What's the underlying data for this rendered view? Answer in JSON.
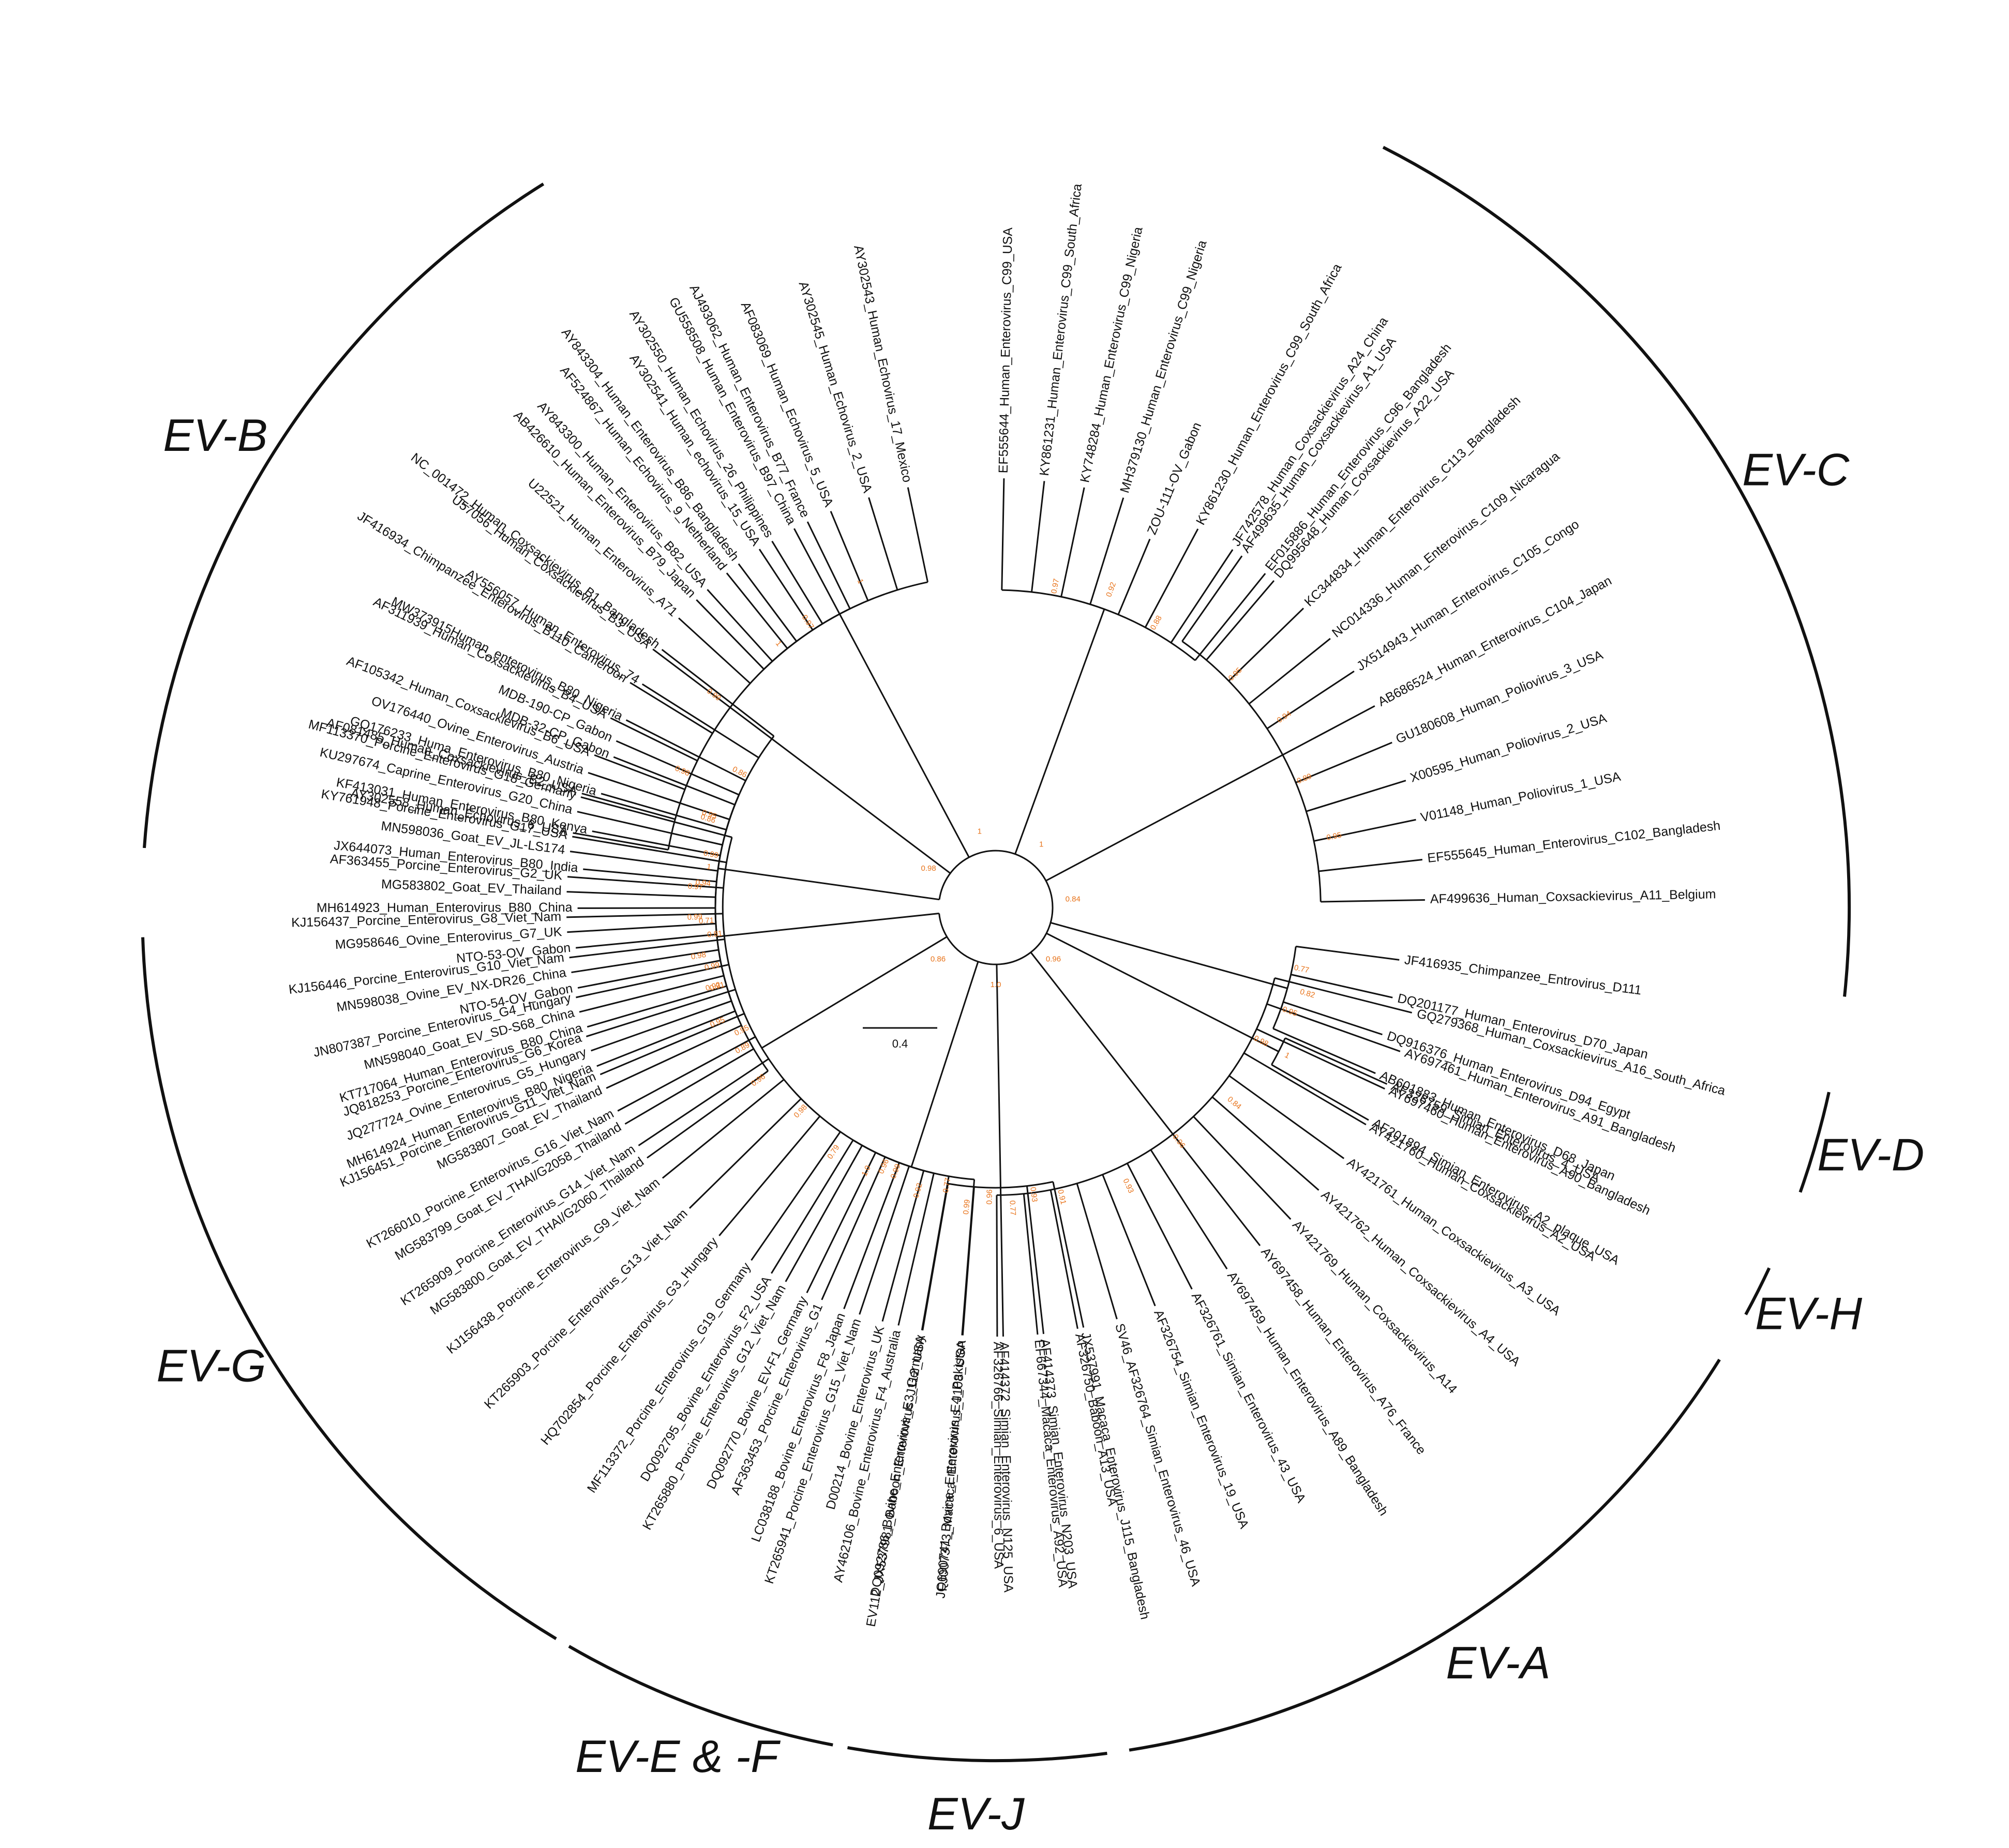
{
  "colors": {
    "default": "#111111",
    "gabon_red": "#e01b1b",
    "gabon_blue": "#4a78c8",
    "gabon_green": "#2a9a2a",
    "support": "#e8731a"
  },
  "clades": [
    {
      "id": "evb",
      "label": "EV-B",
      "a0": -176,
      "a1": -122
    },
    {
      "id": "evc",
      "label": "EV-C",
      "a0": -63,
      "a1": 6
    },
    {
      "id": "evd",
      "label": "EV-D",
      "a0": 12.5,
      "a1": 19.5
    },
    {
      "id": "evh",
      "label": "EV-H",
      "a0": 25,
      "a1": 28.5
    },
    {
      "id": "eva",
      "label": "EV-A",
      "a0": 32,
      "a1": 81
    },
    {
      "id": "evj",
      "label": "EV-J",
      "a0": 82.5,
      "a1": 100
    },
    {
      "id": "evef",
      "label": "EV-E & -F",
      "a0": 101,
      "a1": 120
    },
    {
      "id": "evg",
      "label": "EV-G",
      "a0": 121,
      "a1": 178
    }
  ],
  "groups": [
    {
      "a": -172,
      "parent": 0.54,
      "node": 0.6,
      "tips": [
        {
          "name": "MH614924_Human_Enterovirus_B80_Nigeria",
          "tip": 1.0,
          "color": "default"
        },
        {
          "name": "KT717064_Human_Enterovirus_B80_China",
          "tip": 0.99,
          "color": "default"
        },
        {
          "name": "NTO-54-OV_Gabon",
          "tip": 0.99,
          "color": "gabon_blue"
        },
        {
          "name": "NTO-53-OV_Gabon",
          "tip": 0.98,
          "color": "gabon_blue"
        },
        {
          "name": "MH614923_Human_Enterovirus_B80_China",
          "tip": 0.97,
          "color": "default"
        },
        {
          "name": "JX644073_Human_Enterovirus_B80_India",
          "tip": 0.96,
          "color": "default"
        },
        {
          "name": "KF413031_Human_Enterovirus_B80_Kenya",
          "tip": 0.95,
          "color": "default"
        },
        {
          "name": "GQ176233_Huma_Enterovirus_B80_Nigeria",
          "tip": 0.95,
          "color": "default"
        },
        {
          "name": "MDB-32-CP_Gabon",
          "tip": 0.95,
          "color": "gabon_red"
        },
        {
          "name": "MW373915Human_enterovirus_B80_Nigeria",
          "tip": 0.96,
          "color": "default"
        },
        {
          "name": "AY556057_Human_Enterovirus_74",
          "tip": 0.97,
          "color": "default"
        },
        {
          "name": "NC_001472_Human_Coxsackievirus_B1_Bangladesh",
          "tip": 0.98,
          "color": "default"
        }
      ],
      "supports": [
        "0.99",
        "0.99",
        "1",
        "0.95",
        "0.86"
      ]
    },
    {
      "a": -143,
      "parent": 0.54,
      "node": 0.74,
      "tips": [
        {
          "name": "AY302558_Human_Echovirus_6_USA",
          "tip": 1.0,
          "color": "default"
        },
        {
          "name": "AF081485_Human_Coxsackievirus_B2_USA",
          "tip": 1.0,
          "color": "default"
        },
        {
          "name": "AF105342_Human_Coxsackievirus_B6_USA",
          "tip": 1.0,
          "color": "default"
        },
        {
          "name": "AF311939_Human_Coxsackievirus_B4_USA",
          "tip": 1.0,
          "color": "default"
        },
        {
          "name": "JF416934_Chimpanzee_Enterovirus_B110_Cameroon",
          "tip": 1.0,
          "color": "default"
        },
        {
          "name": "U57056_Human_Coxsackievirus_B3_USA",
          "tip": 1.0,
          "color": "default"
        },
        {
          "name": "U22521_Human_Enterovirus_A71",
          "tip": 1.0,
          "color": "default"
        },
        {
          "name": "AY843300_Human_Enterovirus_B82_USA",
          "tip": 1.0,
          "color": "default"
        },
        {
          "name": "AY843304_Human_Enterovirus_B86_Bangladesh",
          "tip": 1.0,
          "color": "default"
        },
        {
          "name": "AY302550_Human_Echovirus_26_Philippines",
          "tip": 1.0,
          "color": "default"
        },
        {
          "name": "AJ493062_Human_Enterovirus_B77_France",
          "tip": 1.0,
          "color": "default"
        }
      ],
      "supports": [
        "0.98",
        "0.99",
        "1"
      ]
    },
    {
      "a": -118,
      "parent": 0.54,
      "node": 0.74,
      "tips": [
        {
          "name": "AB426610_Human_Enterovirus_B79_Japan",
          "tip": 1.0,
          "color": "default"
        },
        {
          "name": "AF524867_Human_Echovirus_9_Netherland",
          "tip": 1.0,
          "color": "default"
        },
        {
          "name": "AY302541_Human_echovirus_15_USA",
          "tip": 1.0,
          "color": "default"
        },
        {
          "name": "GU558508_Human_Enterovirus_B97_China",
          "tip": 1.0,
          "color": "default"
        },
        {
          "name": "AF083069_Human_Echovirus_5_USA",
          "tip": 1.0,
          "color": "default"
        },
        {
          "name": "AY302545_Human_Echovirus_2_USA",
          "tip": 1.0,
          "color": "default"
        },
        {
          "name": "AY302543_Human_Echovirus_17_Mexico",
          "tip": 1.0,
          "color": "default"
        }
      ],
      "supports": [
        "0.97",
        "1"
      ]
    },
    {
      "a": -70,
      "parent": 0.5,
      "node": 0.7,
      "tips": [
        {
          "name": "EF555644_Human_Enterovirus_C99_USA",
          "tip": 1.0,
          "color": "default"
        },
        {
          "name": "KY861231_Human_Enterovirus_C99_South_Africa",
          "tip": 1.0,
          "color": "default"
        },
        {
          "name": "KY748284_Human_Enterovirus_C99_Nigeria",
          "tip": 1.0,
          "color": "default"
        },
        {
          "name": "MH379130_Human_Enterovirus_C99_Nigeria",
          "tip": 1.0,
          "color": "default"
        },
        {
          "name": "ZOU-111-OV_Gabon",
          "tip": 0.92,
          "color": "gabon_green"
        },
        {
          "name": "KY861230_Human_Enterovirus_C99_South_Africa",
          "tip": 1.0,
          "color": "default"
        },
        {
          "name": "JF742578_Human_Coxsackievirus_A24_China",
          "tip": 1.0,
          "color": "default"
        },
        {
          "name": "EF015886_Human_Enterovirus_C96_Bangladesh",
          "tip": 1.0,
          "color": "default"
        }
      ],
      "supports": [
        "0.97",
        "0.92",
        "0.88"
      ]
    },
    {
      "a": -28,
      "parent": 0.5,
      "node": 0.72,
      "tips": [
        {
          "name": "AF499635_Human_Coxsackievirus_A1_USA",
          "tip": 1.0,
          "color": "default"
        },
        {
          "name": "DQ995648_Human_Coxsackievirus_A22_USA",
          "tip": 1.0,
          "color": "default"
        },
        {
          "name": "KC344834_Human_Enterovirus_C113_Bangladesh",
          "tip": 1.0,
          "color": "default"
        },
        {
          "name": "NC014336_Human_Enterovirus_C109_Nicaragua",
          "tip": 1.0,
          "color": "default"
        },
        {
          "name": "JX514943_Human_Enterovirus_C105_Congo",
          "tip": 1.0,
          "color": "default"
        },
        {
          "name": "AB686524_Human_Enterovirus_C104_Japan",
          "tip": 1.0,
          "color": "default"
        },
        {
          "name": "GU180608_Human_Poliovirus_3_USA",
          "tip": 1.0,
          "color": "default"
        },
        {
          "name": "X00595_Human_Poliovirus_2_USA",
          "tip": 1.0,
          "color": "default"
        },
        {
          "name": "V01148_Human_Poliovirus_1_USA",
          "tip": 1.0,
          "color": "default"
        },
        {
          "name": "EF555645_Human_Enterovirus_C102_Bangladesh",
          "tip": 1.0,
          "color": "default"
        },
        {
          "name": "AF499636_Human_Coxsackievirus_A11_Belgium",
          "tip": 1.0,
          "color": "default"
        }
      ],
      "supports": [
        "0.95",
        "0.94",
        "0.89",
        "0.95"
      ]
    },
    {
      "a": 15.5,
      "parent": 0.26,
      "node": 0.66,
      "tips": [
        {
          "name": "JF416935_Chimpanzee_Entrovirus_D111",
          "tip": 0.94,
          "color": "default"
        },
        {
          "name": "DQ201177_Human_Enterovirus_D70_Japan",
          "tip": 0.94,
          "color": "default"
        },
        {
          "name": "DQ916376_Human_Enterovirus_D94_Egypt",
          "tip": 0.94,
          "color": "default"
        },
        {
          "name": "AB601883_Human_Enterovirus_D68_Japan",
          "tip": 0.96,
          "color": "default"
        }
      ],
      "supports": [
        "0.77",
        "0.82",
        "0.95"
      ]
    },
    {
      "a": 27,
      "parent": 0.44,
      "node": 0.7,
      "tips": [
        {
          "name": "AF326759_Simian_Enterovirus_4_USA",
          "tip": 1.0,
          "color": "default"
        },
        {
          "name": "AF201894_Simian_Enterovirus_A2_plaque_USA",
          "tip": 1.0,
          "color": "default"
        }
      ],
      "supports": [
        "1"
      ]
    },
    {
      "a": 52,
      "parent": 0.44,
      "node": 0.62,
      "tips": [
        {
          "name": "GQ279368_Human_Coxsackievirus_A16_South_Africa",
          "tip": 1.0,
          "color": "default"
        },
        {
          "name": "AY697461_Human_Enterovirus_A91_Bangladesh",
          "tip": 1.0,
          "color": "default"
        },
        {
          "name": "AY697460_Human_Enterovirus_A90_Bangladesh",
          "tip": 1.0,
          "color": "default"
        },
        {
          "name": "AY421760_Human_Coxsackievirus_A2_USA",
          "tip": 1.0,
          "color": "default"
        },
        {
          "name": "AY421761_Human_Coxsackievirus_A3_USA",
          "tip": 1.0,
          "color": "default"
        },
        {
          "name": "AY421762_Human_Coxsackievirus_A4_USA",
          "tip": 1.0,
          "color": "default"
        },
        {
          "name": "AY421769_Human_Coxsackievirus_A14",
          "tip": 1.0,
          "color": "default"
        },
        {
          "name": "AY697458_Human_Enterovirus_A76_France",
          "tip": 1.0,
          "color": "default"
        },
        {
          "name": "AY697459_Human_Enterovirus_A89_Bangladesh",
          "tip": 1.0,
          "color": "default"
        },
        {
          "name": "AF326761_Simian_Enterovirus_43_USA",
          "tip": 1.0,
          "color": "default"
        },
        {
          "name": "AF326754_Simian_Enterovirus_19_USA",
          "tip": 1.0,
          "color": "default"
        },
        {
          "name": "SV46_AF326764_Simian_Enterovirus_46_USA",
          "tip": 1.0,
          "color": "default"
        },
        {
          "name": "AF326750_Baboon_A13_USA",
          "tip": 1.0,
          "color": "default"
        },
        {
          "name": "EF667344_Macaca_Enterovirus_A92_USA",
          "tip": 1.0,
          "color": "default"
        },
        {
          "name": "AF326766_Simian_Enterovirus_6_USA",
          "tip": 1.0,
          "color": "default"
        }
      ],
      "supports": [
        "0.98",
        "0.84",
        "0.96",
        "0.93",
        "0.91"
      ]
    },
    {
      "a": 89,
      "parent": 0.3,
      "node": 0.6,
      "tips": [
        {
          "name": "JX537991_Macaca_Enterovirus_J115_Bangladesh",
          "tip": 1.0,
          "color": "default"
        },
        {
          "name": "AF414373_Simian_Enterovirus_N203_USA",
          "tip": 1.0,
          "color": "default"
        },
        {
          "name": "AF414372_Simian_Enterovirus_N125_USA",
          "tip": 1.0,
          "color": "default"
        },
        {
          "name": "FJ007373_Macaca_Enterovirus_J108_USA",
          "tip": 1.0,
          "color": "default"
        },
        {
          "name": "EV112_JX537981_Baboon_Enterovirus_J112_USA",
          "tip": 1.0,
          "color": "default"
        }
      ],
      "supports": [
        "0.93",
        "0.77",
        "0.96",
        "0.99"
      ]
    },
    {
      "a": 108,
      "parent": 0.3,
      "node": 0.58,
      "tips": [
        {
          "name": "JQ690741_Bovine_Enterovirus_E4_Pakistan",
          "tip": 1.0,
          "color": "default"
        },
        {
          "name": "DQ092786_Bovine_Enterovirus_E3_Germany",
          "tip": 1.0,
          "color": "default"
        },
        {
          "name": "D00214_Bovine_Enterovirus_UK",
          "tip": 1.0,
          "color": "default"
        },
        {
          "name": "LC038188_Bovine_Enterovirus_F8_Japan",
          "tip": 1.0,
          "color": "default"
        },
        {
          "name": "DQ092770_Bovine_EV-F1_Germany",
          "tip": 1.0,
          "color": "default"
        },
        {
          "name": "DQ092795_Bovine_Enterovirus_F2_USA",
          "tip": 1.0,
          "color": "default"
        }
      ],
      "supports": [
        "0.77",
        "0.92",
        "0.99",
        "1.0"
      ]
    },
    {
      "a": 149,
      "parent": 0.34,
      "node": 0.58,
      "tips": [
        {
          "name": "AY462106_Bovine_Enterovirus_F4_Australia",
          "tip": 1.0,
          "color": "default"
        },
        {
          "name": "KT265941_Porcine_Enterovirus_G15_Viet_Nam",
          "tip": 1.0,
          "color": "default"
        },
        {
          "name": "AF363453_Porcine_Enterovirus_G1",
          "tip": 1.0,
          "color": "default"
        },
        {
          "name": "KT265880_Porcine_Enterovirus_G12_Viet_Nam",
          "tip": 1.0,
          "color": "default"
        },
        {
          "name": "MF113372_Porcine_Enterovirus_G19_Germany",
          "tip": 1.0,
          "color": "default"
        },
        {
          "name": "HQ702854_Porcine_Enterovirus_G3_Hungary",
          "tip": 1.0,
          "color": "default"
        },
        {
          "name": "KT265903_Porcine_Enterovirus_G13_Viet_Nam",
          "tip": 1.0,
          "color": "default"
        },
        {
          "name": "KJ156438_Porcine_Enterovirus_G9_Viet_Nam",
          "tip": 1.0,
          "color": "default"
        },
        {
          "name": "KT265909_Porcine_Enterovirus_G14_Viet_Nam",
          "tip": 1.0,
          "color": "default"
        },
        {
          "name": "KT266010_Porcine_Enterovirus_G16_Viet_Nam",
          "tip": 1.0,
          "color": "default"
        },
        {
          "name": "KJ156451_Porcine_Enterovirus_G11_Viet_Nam",
          "tip": 1.0,
          "color": "default"
        },
        {
          "name": "JQ818253_Porcine_Enterovirus_G6_Korea",
          "tip": 1.0,
          "color": "default"
        },
        {
          "name": "JN807387_Porcine_Enterovirus_G4_Hungary",
          "tip": 1.0,
          "color": "default"
        },
        {
          "name": "KJ156446_Porcine_Enterovirus_G10_Viet_Nam",
          "tip": 1.0,
          "color": "default"
        },
        {
          "name": "KJ156437_Porcine_Enterovirus_G8_Viet_Nam",
          "tip": 1.0,
          "color": "default"
        },
        {
          "name": "AF363455_Porcine_Enterovirus_G2_UK",
          "tip": 1.0,
          "color": "default"
        },
        {
          "name": "KY761948_Porcine_Enterovirus_G17_USA",
          "tip": 1.0,
          "color": "default"
        },
        {
          "name": "MF113370_Porcine_Enterovirus_G18_Germany",
          "tip": 1.0,
          "color": "default"
        }
      ],
      "supports": [
        "0.96",
        "0.79",
        "0.98",
        "0.96",
        "0.95",
        "0.92",
        "0.81",
        "0.94"
      ]
    },
    {
      "a": 174,
      "parent": 0.34,
      "node": 0.6,
      "tips": [
        {
          "name": "MG583800_Goat_EV_THAI/G2060_Thailand",
          "tip": 1.0,
          "color": "default"
        },
        {
          "name": "MG583799_Goat_EV_THAI/G2058_Thailand",
          "tip": 1.0,
          "color": "default"
        },
        {
          "name": "MG583807_Goat_EV_Thailand",
          "tip": 1.0,
          "color": "default"
        },
        {
          "name": "JQ277724_Ovine_Enterovirus_G5_Hungary",
          "tip": 1.0,
          "color": "default"
        },
        {
          "name": "MN598040_Goat_EV_SD-S68_China",
          "tip": 1.0,
          "color": "default"
        },
        {
          "name": "MN598038_Ovine_EV_NX-DR26_China",
          "tip": 1.0,
          "color": "default"
        },
        {
          "name": "MG958646_Ovine_Enterovirus_G7_UK",
          "tip": 1.0,
          "color": "default"
        },
        {
          "name": "MG583802_Goat_EV_Thailand",
          "tip": 1.0,
          "color": "default"
        },
        {
          "name": "MN598036_Goat_EV_JL-LS174",
          "tip": 1.0,
          "color": "default"
        },
        {
          "name": "KU297674_Caprine_Enterovirus_G20_China",
          "tip": 1.0,
          "color": "default"
        },
        {
          "name": "OV176440_Ovine_Enterovirus_Austria",
          "tip": 1.0,
          "color": "default"
        },
        {
          "name": "MDB-190-CP_Gabon",
          "tip": 0.96,
          "color": "gabon_red"
        }
      ],
      "supports": [
        "0.89",
        "0.95",
        "0.91",
        "0.98",
        "0.71",
        "0.97",
        "0.99",
        "0.86"
      ]
    }
  ],
  "backbone_supports": [
    "0.98",
    "1",
    "1",
    "0.84",
    "0.96",
    "1.0",
    "0.86"
  ],
  "scale_bar": {
    "label": "0.4",
    "value": 0.4
  }
}
